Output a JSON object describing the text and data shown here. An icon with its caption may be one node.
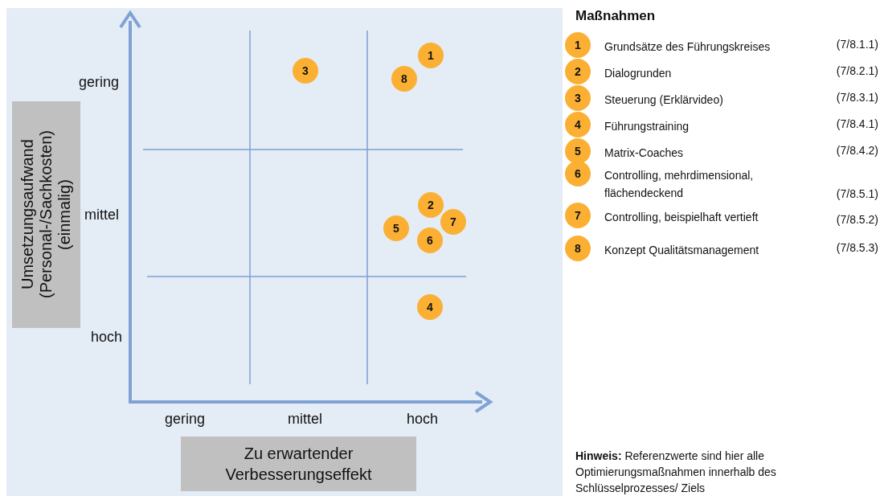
{
  "diagram": {
    "nodes": [
      {
        "text": [
          "1"
        ]
      },
      {
        "text": [
          "3"
        ]
      },
      {
        "text": [
          "8"
        ]
      },
      {
        "text": [
          "2"
        ]
      },
      {
        "text": [
          "7"
        ]
      },
      {
        "text": [
          "5"
        ]
      },
      {
        "text": [
          "6"
        ]
      },
      {
        "text": [
          "4"
        ]
      },
      {
        "text": [
          "Umsetzungsaufwand (Personal-/Sachkosten) (einmalig)"
        ]
      },
      {
        "text": [
          "Zu erwartender Verbesserungseffekt"
        ]
      },
      {
        "text": [
          "1"
        ],
        "beside": [
          "Grundsätze des Führungskreises"
        ]
      },
      {
        "text": [
          "2"
        ],
        "beside": [
          "Dialogrunden"
        ]
      },
      {
        "text": [
          "3"
        ],
        "beside": [
          "Steuerung (Erklärvideo)"
        ]
      },
      {
        "text": [
          "4"
        ],
        "beside": [
          "Führungstraining"
        ]
      },
      {
        "text": [
          "5"
        ],
        "beside": [
          "Matrix-Coaches"
        ]
      },
      {
        "text": [
          "6"
        ],
        "beside": [
          "Controlling, mehrdimensional, flächendeckend"
        ]
      },
      {
        "text": [
          "7"
        ],
        "beside": [
          "Controlling, beispielhaft vertieft"
        ]
      },
      {
        "text": [
          "8"
        ],
        "beside": [
          "Konzept Qualitätsmanagement"
        ]
      }
    ],
    "labels": [
      "Maßnahmen",
      "(7/8.1.1)",
      "(7/8.2.1)",
      "(7/8.3.1)",
      "(7/8.4.1)",
      "(7/8.4.2)",
      "(7/8.5.1)",
      "(7/8.5.2)",
      "(7/8.5.3)",
      "gering",
      "mittel",
      "hoch",
      "gering",
      "mittel",
      "hoch",
      "**Hinweis:** Referenzwerte sind hier alle Optimierungsmaßnahmen innerhalb des Schlüsselprozesses/ Ziels"
    ]
  }
}
